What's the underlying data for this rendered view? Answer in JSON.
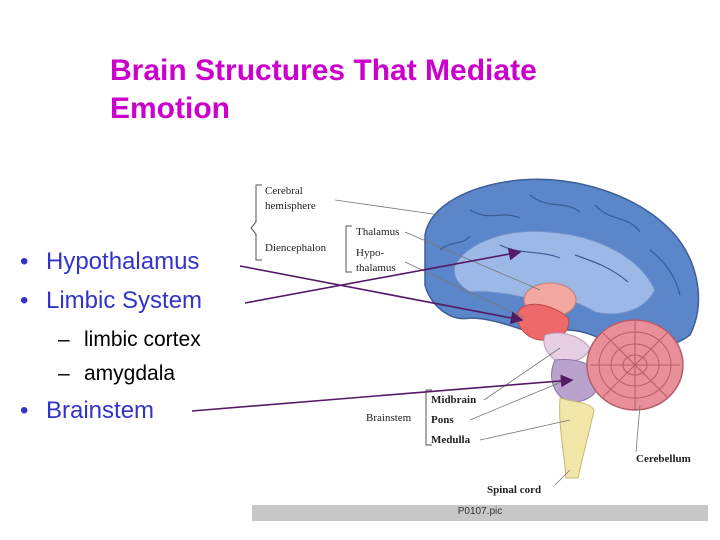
{
  "title": {
    "line1": "Brain Structures That Mediate",
    "line2": "Emotion"
  },
  "bullets": {
    "b1": {
      "marker": "•",
      "text": "Hypothalamus"
    },
    "b2": {
      "marker": "•",
      "text": "Limbic System"
    },
    "s1": {
      "marker": "–",
      "text": "limbic cortex"
    },
    "s2": {
      "marker": "–",
      "text": "amygdala"
    },
    "b3": {
      "marker": "•",
      "text": "Brainstem"
    }
  },
  "figure": {
    "labels": {
      "cerebral1": "Cerebral",
      "cerebral2": "hemisphere",
      "diencephalon": "Diencephalon",
      "thalamus": "Thalamus",
      "hypo1": "Hypo-",
      "hypo2": "thalamus",
      "brainstem": "Brainstem",
      "midbrain": "Midbrain",
      "pons": "Pons",
      "medulla": "Medulla",
      "cerebellum": "Cerebellum",
      "spinal": "Spinal cord"
    },
    "caption": "P0107.pic"
  },
  "colors": {
    "title": "#cc00cc",
    "bullet": "#3333cc",
    "arrow": "#551a66",
    "cortex": "#5b86c9",
    "cortex_light": "#9bb8e6",
    "thalamus": "#f2a7a0",
    "hypothalamus": "#ee6a6a",
    "midbrain": "#e6cfe3",
    "pons": "#b9a2cc",
    "medulla": "#f2e6a9",
    "cerebellum": "#e88f9a"
  }
}
